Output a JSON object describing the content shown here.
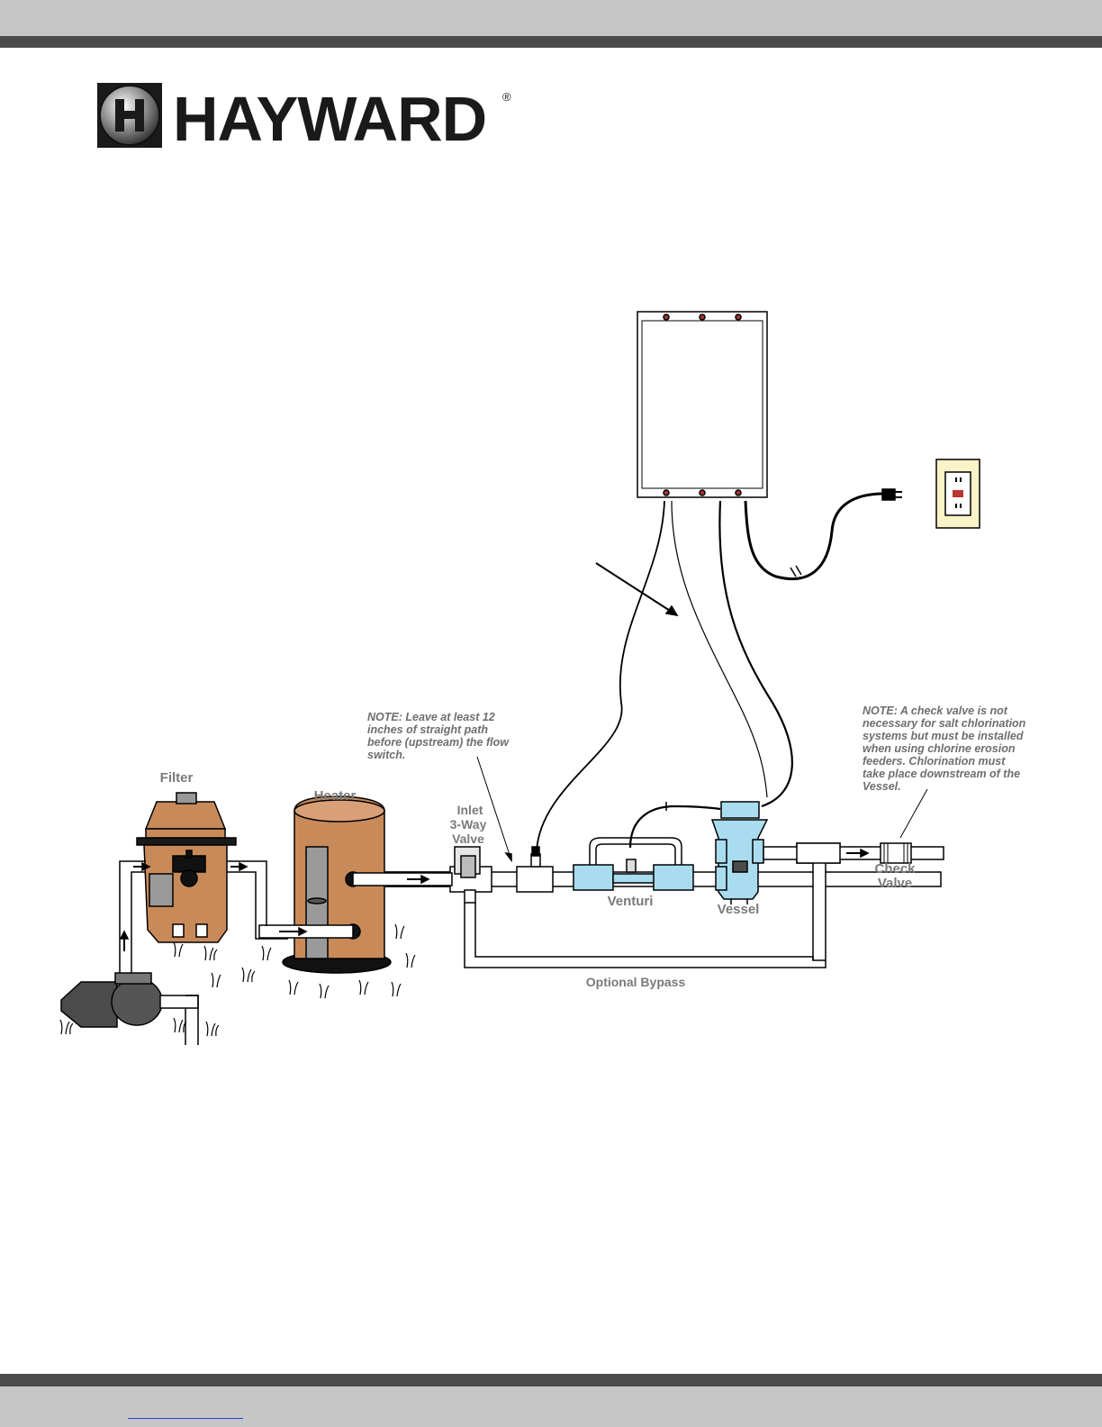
{
  "brand": {
    "name": "HAYWARD",
    "registered_mark": "®"
  },
  "labels": {
    "filter": "Filter",
    "heater": "Heater",
    "inlet_valve": [
      "Inlet",
      "3-Way",
      "Valve"
    ],
    "venturi": "Venturi",
    "vessel": "Vessel",
    "check_valve": [
      "Check",
      "Valve"
    ],
    "bypass": "Optional Bypass"
  },
  "notes": {
    "flow_switch": [
      "NOTE:  Leave at least 12",
      "inches of straight path",
      "before (upstream) the flow",
      "switch."
    ],
    "check_valve": [
      "NOTE:  A check valve is not",
      "necessary for salt chlorination",
      "systems but must be installed",
      "when using chlorine erosion",
      "feeders. Chlorination must",
      "take place  downstream of the",
      "Vessel."
    ]
  },
  "footer": {
    "link_text": ""
  },
  "colors": {
    "equipment_tan": "#c98a5a",
    "vessel_blue": "#a9dcef",
    "outlet_yellow": "#fbf3c8",
    "rule_dark": "#4b4b4b",
    "band_light": "#c6c6c6"
  }
}
